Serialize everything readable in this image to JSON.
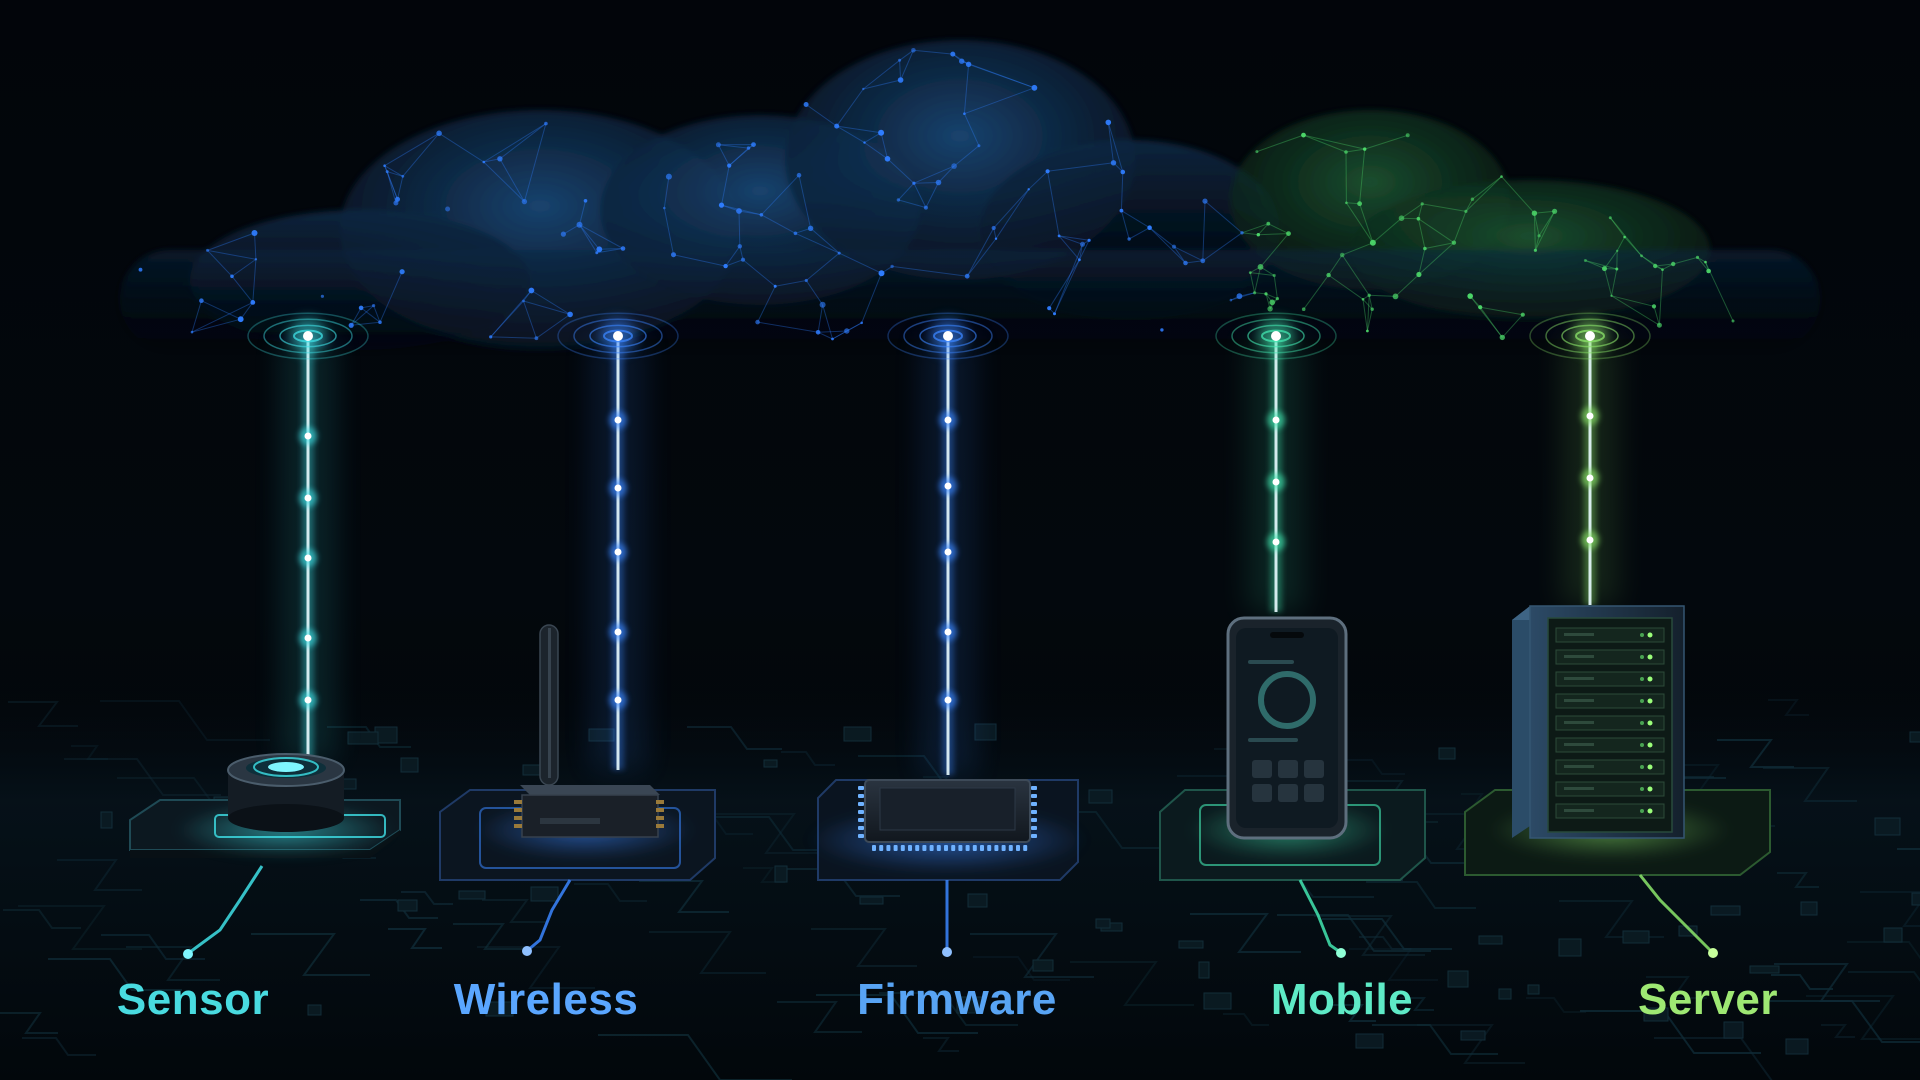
{
  "labels": {
    "sensor": "Sensor",
    "wireless": "Wireless",
    "firmware": "Firmware",
    "mobile": "Mobile",
    "server": "Server"
  },
  "colors": {
    "background": "#020406",
    "cyan": "#3fe0e6",
    "blue": "#3b86ff",
    "blue_label": "#5aa6ff",
    "teal": "#43e6b0",
    "green": "#8ce66b",
    "cloud_blue": "#2f7dff",
    "cloud_green": "#4dd96a"
  },
  "icons": {
    "sensor": "round-sensor-icon",
    "wireless": "antenna-module-icon",
    "firmware": "microchip-icon",
    "mobile": "smartphone-icon",
    "server": "server-rack-icon",
    "cloud": "network-cloud-icon"
  }
}
